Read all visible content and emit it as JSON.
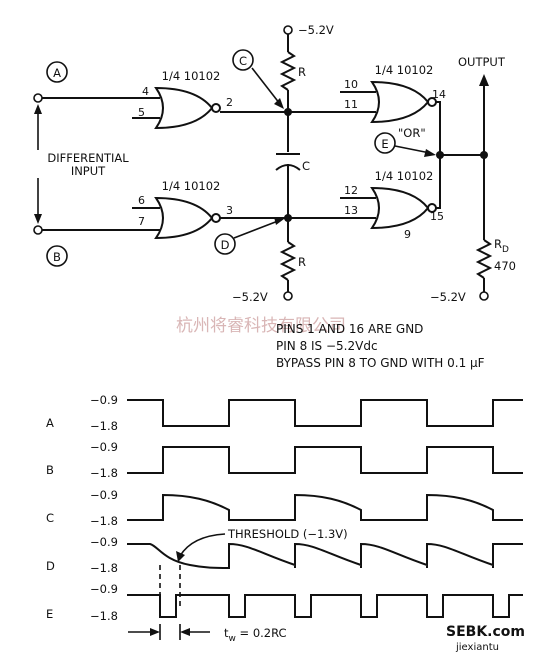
{
  "supply": {
    "top": "−5.2V",
    "bottom_left": "−5.2V",
    "bottom_right": "−5.2V"
  },
  "output_label": "OUTPUT",
  "input_label": [
    "DIFFERENTIAL",
    "INPUT"
  ],
  "nodes": {
    "a": "A",
    "b": "B",
    "c": "C",
    "d": "D",
    "e": "E"
  },
  "gates": {
    "g1": {
      "name": "1/4 10102",
      "in1": "4",
      "in2": "5",
      "out": "2"
    },
    "g2": {
      "name": "1/4 10102",
      "in1": "6",
      "in2": "7",
      "out": "3"
    },
    "g3": {
      "name": "1/4 10102",
      "in1": "10",
      "in2": "11",
      "out": "14"
    },
    "g4": {
      "name": "1/4 10102",
      "in1": "12",
      "in2": "13",
      "out": "15",
      "extra": "9"
    }
  },
  "parts": {
    "r_top": "R",
    "r_bottom": "R",
    "cap": "C",
    "rd_main": "R",
    "rd_sub": "D",
    "rd_value": "470"
  },
  "or_label": "\"OR\"",
  "notes": [
    "PINS 1 AND 16 ARE GND",
    "PIN 8 IS −5.2Vdc",
    "BYPASS PIN 8 TO GND WITH 0.1 μF"
  ],
  "watermark": "杭州将睿科技有限公司",
  "timing": {
    "levels": {
      "high": "−0.9",
      "low": "−1.8"
    },
    "rows": [
      "A",
      "B",
      "C",
      "D",
      "E"
    ],
    "threshold": "THRESHOLD (−1.3V)",
    "tw_main": "t",
    "tw_sub": "w",
    "tw_rest": " = 0.2RC"
  },
  "logo": {
    "text": "jiexiantu",
    "brand": "SEBK.com"
  }
}
